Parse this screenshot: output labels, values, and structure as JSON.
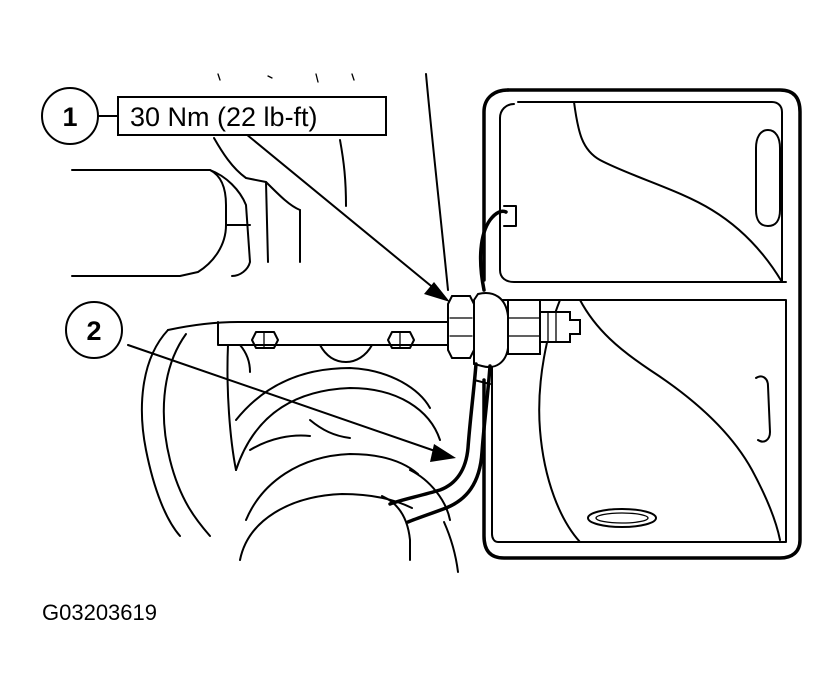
{
  "callouts": [
    {
      "number": "1",
      "label": "30 Nm (22 lb-ft)"
    },
    {
      "number": "2"
    }
  ],
  "figure_id": "G03203619",
  "colors": {
    "line": "#000000",
    "background": "#ffffff"
  }
}
